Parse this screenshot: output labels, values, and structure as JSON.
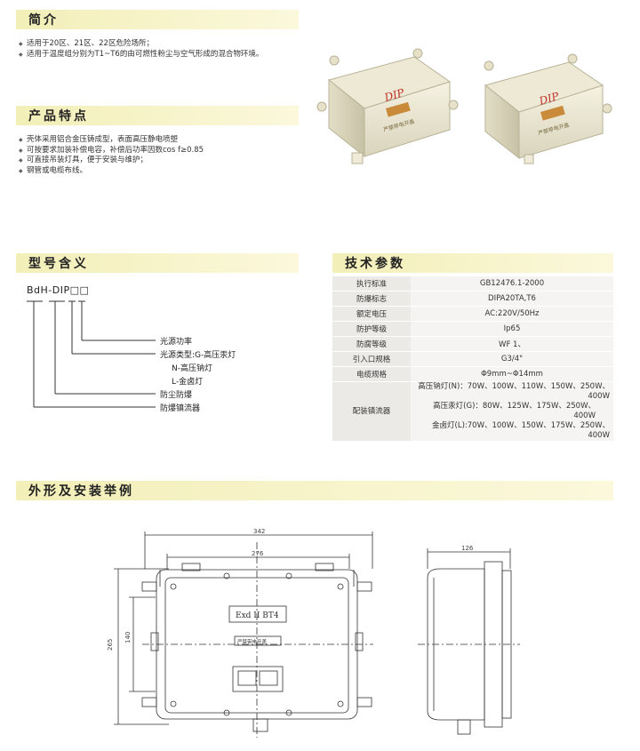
{
  "sections": {
    "intro": {
      "title": "简介",
      "bullets": [
        "适用于20区、21区、22区危险场所；",
        "适用于温度组分别为T1~T6的由可燃性粉尘与空气形成的混合物环境。"
      ]
    },
    "features": {
      "title": "产品特点",
      "bullets": [
        "壳体采用铝合金压铸成型，表面高压静电喷塑",
        "可按要求加装补偿电容，补偿后功率因数cos f≥0.85",
        "可直接吊装灯具，便于安装与维护；",
        "钢管或电缆布线。"
      ]
    },
    "model": {
      "title": "型号含义",
      "code_prefix": "BdH-DIP",
      "code_boxes": "□□",
      "labels": [
        "光源功率",
        "光源类型:G-高压汞灯",
        "N-高压钠灯",
        "L-金卤灯",
        "防尘防爆",
        "防爆镇流器"
      ]
    },
    "specs": {
      "title": "技术参数",
      "rows": [
        {
          "key": "执行标准",
          "value": "GB12476.1-2000"
        },
        {
          "key": "防爆标志",
          "value": "DIPA20TA,T6"
        },
        {
          "key": "额定电压",
          "value": "AC:220V/50Hz"
        },
        {
          "key": "防护等级",
          "value": "Ip65"
        },
        {
          "key": "防腐等级",
          "value": "WF 1、"
        },
        {
          "key": "引入口规格",
          "value": "G3/4\""
        },
        {
          "key": "电缆规格",
          "value": "Φ9mm~Φ14mm"
        }
      ],
      "ballast_key": "配装镇流器",
      "ballast_lines": [
        "高压钠灯(N)：70W、100W、110W、150W、250W、400W",
        "高压汞灯(G)：80W、125W、175W、250W、400W",
        "金卤灯(L):70W、100W、150W、175W、250W、400W"
      ]
    },
    "drawing": {
      "title": "外形及安装举例",
      "dim_342": "342",
      "dim_276": "276",
      "dim_265": "265",
      "dim_140": "140",
      "dim_126": "126",
      "plate_text": "Exd II BT4",
      "warning_text": "严禁带电开盖"
    },
    "photo": {
      "label": "DIP",
      "plate": "严禁带电开盖"
    }
  }
}
